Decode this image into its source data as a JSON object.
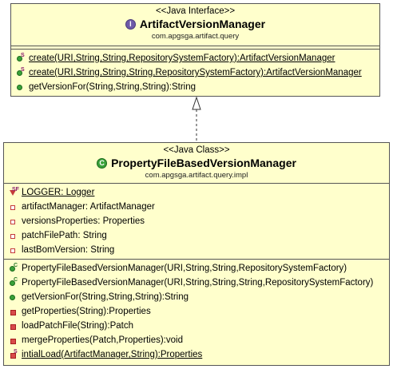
{
  "interface": {
    "stereotype": "<<Java Interface>>",
    "name": "ArtifactVersionManager",
    "package": "com.apgsga.artifact.query",
    "badge": "I",
    "methods": [
      {
        "text": "create(URI,String,String,RepositorySystemFactory):ArtifactVersionManager",
        "mod": "S",
        "underline": true
      },
      {
        "text": "create(URI,String,String,String,RepositorySystemFactory):ArtifactVersionManager",
        "mod": "S",
        "underline": true
      },
      {
        "text": "getVersionFor(String,String,String):String",
        "mod": "",
        "underline": false
      }
    ]
  },
  "class": {
    "stereotype": "<<Java Class>>",
    "name": "PropertyFileBasedVersionManager",
    "package": "com.apgsga.artifact.query.impl",
    "badge": "C",
    "fields": [
      {
        "text": "LOGGER: Logger",
        "mod": "SF",
        "underline": true
      },
      {
        "text": "artifactManager: ArtifactManager",
        "mod": "",
        "underline": false
      },
      {
        "text": "versionsProperties: Properties",
        "mod": "",
        "underline": false
      },
      {
        "text": "patchFilePath: String",
        "mod": "",
        "underline": false
      },
      {
        "text": "lastBomVersion: String",
        "mod": "",
        "underline": false
      }
    ],
    "methods": [
      {
        "text": "PropertyFileBasedVersionManager(URI,String,String,RepositorySystemFactory)",
        "mod": "C"
      },
      {
        "text": "PropertyFileBasedVersionManager(URI,String,String,String,RepositorySystemFactory)",
        "mod": "C"
      },
      {
        "text": "getVersionFor(String,String,String):String",
        "mod": ""
      },
      {
        "text": "getProperties(String):Properties",
        "mod": ""
      },
      {
        "text": "loadPatchFile(String):Patch",
        "mod": ""
      },
      {
        "text": "mergeProperties(Patch,Properties):void",
        "mod": ""
      },
      {
        "text": "intialLoad(ArtifactManager,String):Properties",
        "mod": "S",
        "underline": true
      }
    ]
  }
}
